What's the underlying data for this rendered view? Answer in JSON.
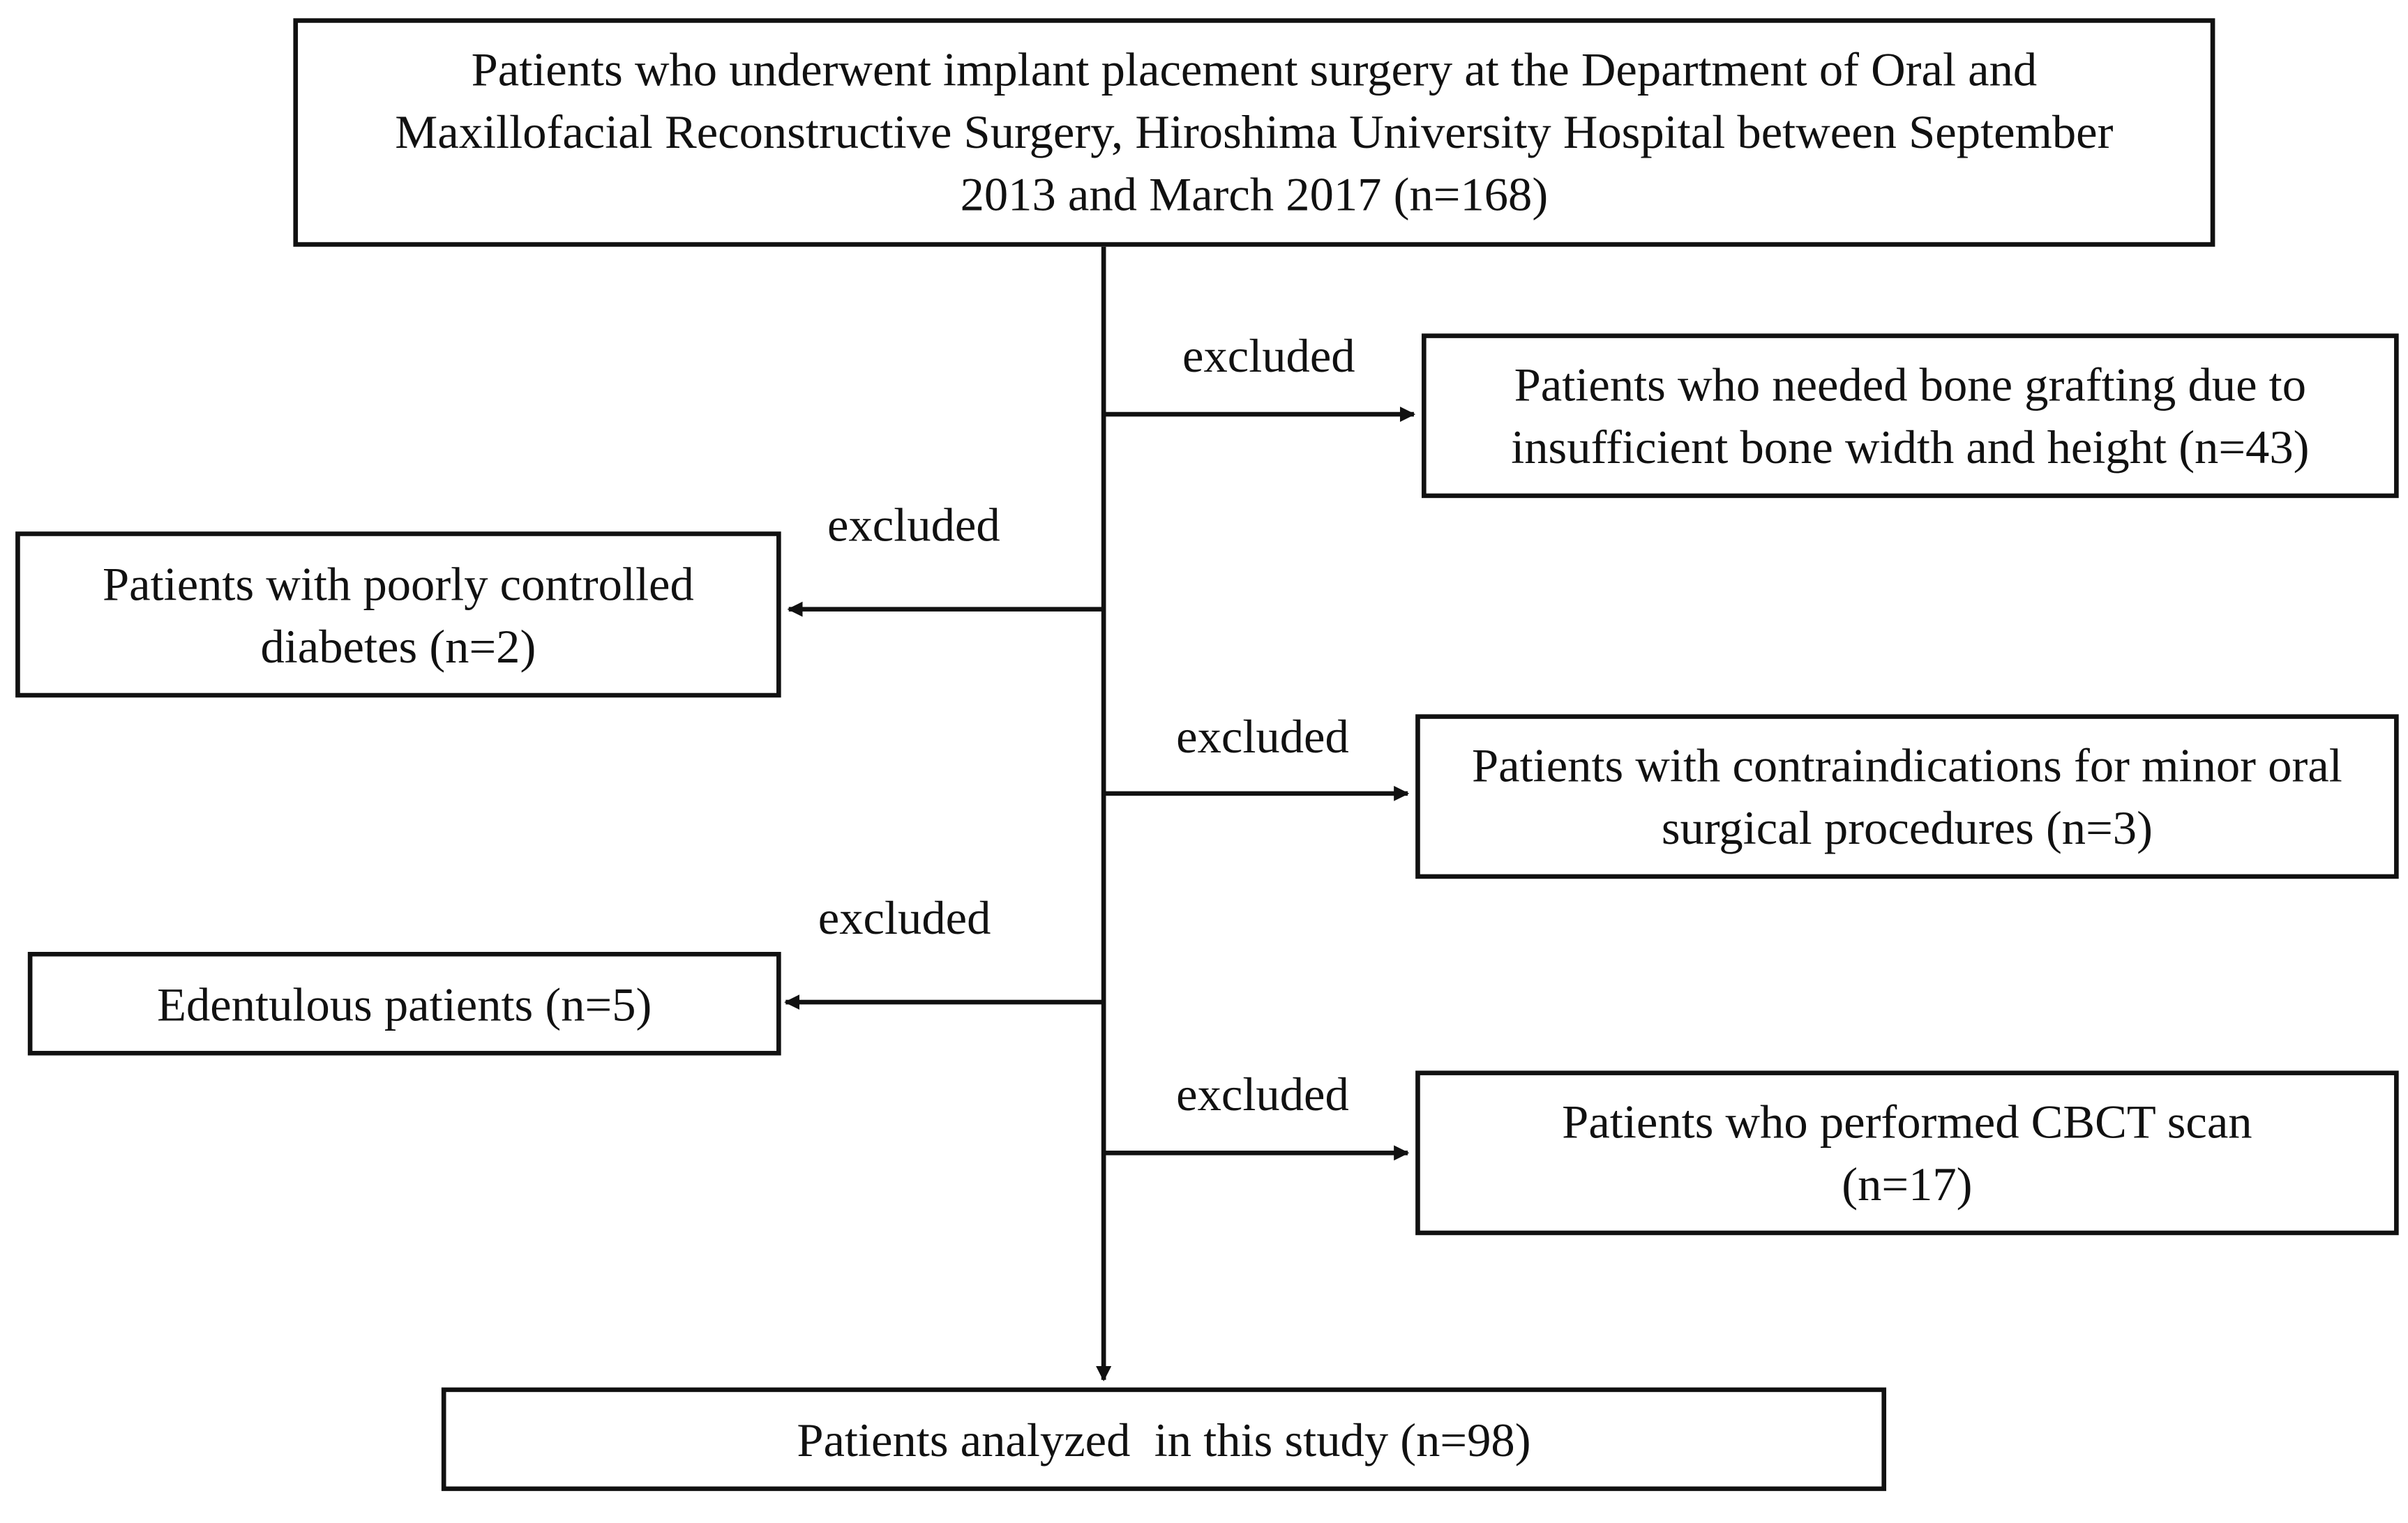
{
  "flowchart": {
    "source_box": "Patients who underwent implant placement surgery at the Department of Oral and Maxillofacial Reconstructive Surgery, Hiroshima University Hospital between September 2013 and March 2017 (n=168)",
    "exclusions": [
      {
        "label": "excluded",
        "text": "Patients who needed bone grafting due to insufficient bone width and height (n=43)",
        "side": "right"
      },
      {
        "label": "excluded",
        "text": "Patients with poorly controlled diabetes (n=2)",
        "side": "left"
      },
      {
        "label": "excluded",
        "text": "Patients with contraindications for minor oral surgical procedures (n=3)",
        "side": "right"
      },
      {
        "label": "excluded",
        "text": "Edentulous patients (n=5)",
        "side": "left"
      },
      {
        "label": "excluded",
        "text": "Patients who performed CBCT scan (n=17)",
        "side": "right"
      }
    ],
    "final_box": "Patients analyzed  in this study (n=98)"
  }
}
